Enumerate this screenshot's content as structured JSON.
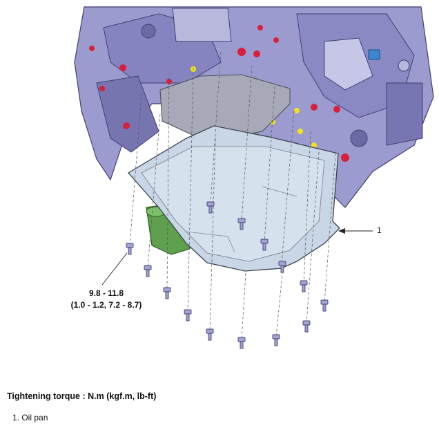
{
  "diagram": {
    "callout": {
      "number": "1"
    },
    "torque": {
      "line1": "9.8 - 11.8",
      "line2": "(1.0 - 1.2, 7.2 - 8.7)"
    }
  },
  "caption": {
    "text": "Tightening torque : N.m (kgf.m, lb-ft)"
  },
  "legend": {
    "items": [
      {
        "label": "1. Oil pan"
      }
    ]
  },
  "colors": {
    "housing": "#9b9bd0",
    "housing_dark": "#6b6aa5",
    "pan": "#c9d6e6",
    "gasket_plate": "#a8a9b8",
    "filter": "#5ea04e",
    "seal_red": "#d8203a",
    "marker_yellow": "#f2e21a",
    "tag_blue": "#3a86d0",
    "pink": "#f0a8b6"
  },
  "icons": [
    "bolt-icon",
    "leader-arrow-icon"
  ]
}
